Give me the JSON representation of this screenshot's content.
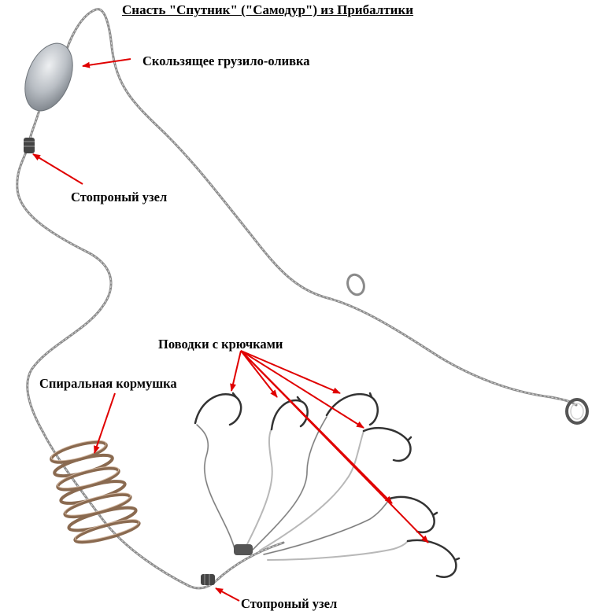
{
  "title": "Снасть \"Спутник\" (\"Самодур\") из Прибалтики",
  "labels": {
    "sinker": "Скользящее грузило-оливка",
    "stop_knot_top": "Стопроный узел",
    "leaders": "Поводки с крючками",
    "feeder": "Спиральная кормушка",
    "stop_knot_bottom": "Стопроный узел"
  },
  "colors": {
    "arrow": "#e00000",
    "line": "#8a8a8a",
    "sinker": "#bcc1c6",
    "spring": "#8a6a50",
    "hook": "#333333"
  }
}
